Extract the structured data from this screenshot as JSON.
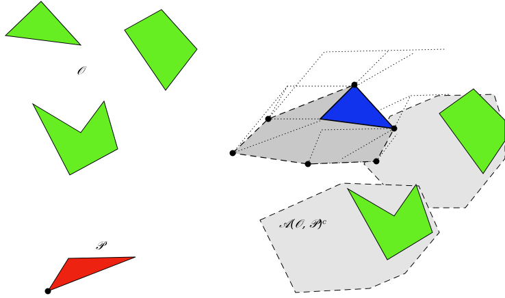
{
  "labels": {
    "obstacles": "𝒪",
    "robot": "𝒫",
    "cspace_complement": "𝒜(𝒪, 𝒫)ᶜ"
  },
  "colors": {
    "obstacle": "#66ee22",
    "robot": "#ee2211",
    "robot_copy": "#1133ee",
    "cspace_obstacle": "#c8c8c8",
    "cspace_light": "#e4e4e4",
    "outline": "#000000"
  }
}
